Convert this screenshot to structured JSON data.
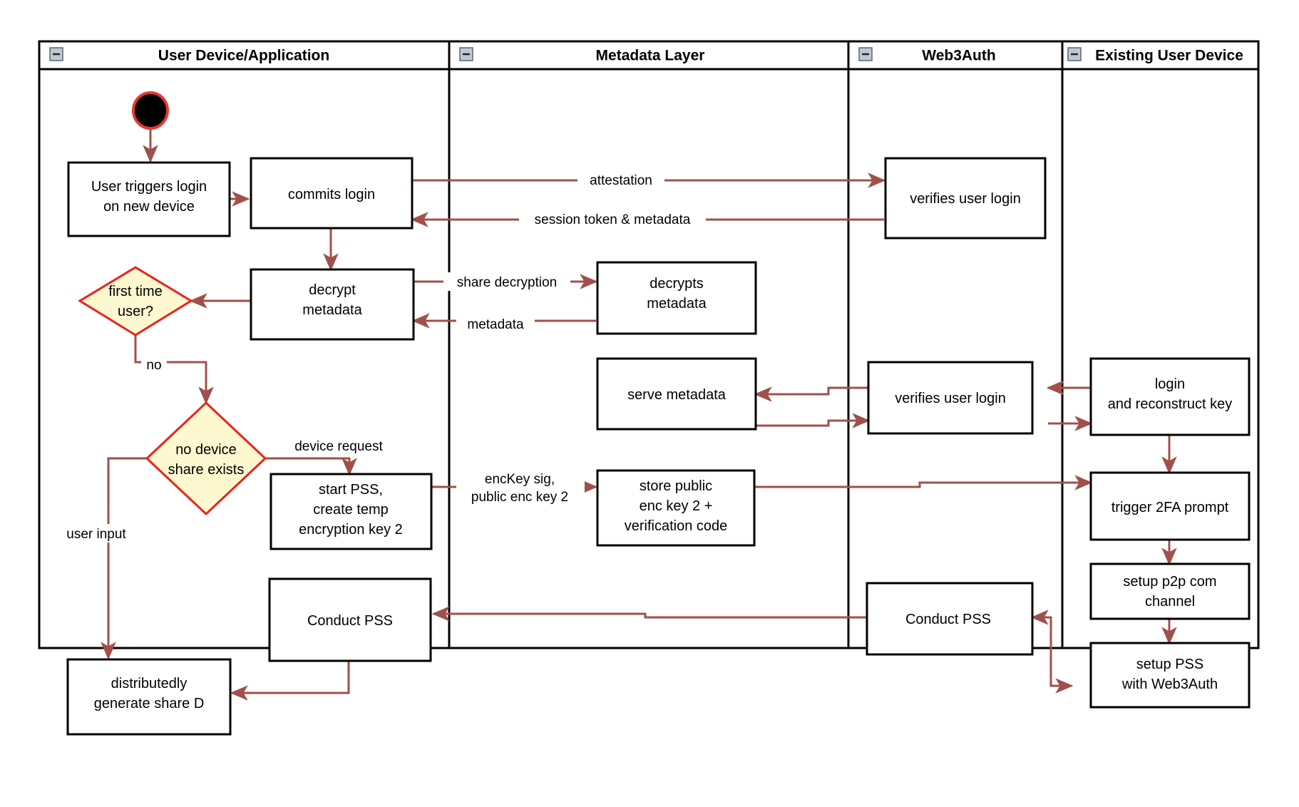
{
  "diagram": {
    "type": "uml-activity-swimlane",
    "title": "Web3Auth new-device login & PSS flow",
    "background": "#ffffff",
    "colors": {
      "edge": "#a0504a",
      "decision_fill": "#fdf8cf",
      "decision_stroke": "#e8241c",
      "node_stroke": "#000000",
      "node_fill": "#ffffff",
      "start_node_fill": "#000000",
      "start_node_stroke": "#e8382e",
      "collapse_icon_fill": "#c0c8d0"
    },
    "lanes": [
      {
        "id": "lane-user-device",
        "label": "User Device/Application",
        "collapse_icon": "minus-icon"
      },
      {
        "id": "lane-metadata",
        "label": "Metadata Layer",
        "collapse_icon": "minus-icon"
      },
      {
        "id": "lane-web3auth",
        "label": "Web3Auth",
        "collapse_icon": "minus-icon"
      },
      {
        "id": "lane-existing-device",
        "label": "Existing User Device",
        "collapse_icon": "minus-icon"
      }
    ],
    "nodes": [
      {
        "id": "start",
        "lane": "lane-user-device",
        "shape": "initial-node",
        "label": ""
      },
      {
        "id": "n-user-triggers-login",
        "lane": "lane-user-device",
        "shape": "activity",
        "lines": [
          "User triggers login",
          "on new device"
        ]
      },
      {
        "id": "n-commits-login",
        "lane": "lane-user-device",
        "shape": "activity",
        "lines": [
          "commits login"
        ]
      },
      {
        "id": "n-decrypt-metadata",
        "lane": "lane-user-device",
        "shape": "activity",
        "lines": [
          "decrypt",
          "metadata"
        ]
      },
      {
        "id": "d-first-time-user",
        "lane": "lane-user-device",
        "shape": "decision",
        "lines": [
          "first time",
          "user?"
        ]
      },
      {
        "id": "d-no-device-share",
        "lane": "lane-user-device",
        "shape": "decision",
        "lines": [
          "no device",
          "share exists"
        ]
      },
      {
        "id": "n-start-pss",
        "lane": "lane-user-device",
        "shape": "activity",
        "lines": [
          "start PSS,",
          "create temp",
          "encryption key 2"
        ]
      },
      {
        "id": "n-conduct-pss-user",
        "lane": "lane-user-device",
        "shape": "activity",
        "lines": [
          "Conduct PSS"
        ]
      },
      {
        "id": "n-distributedly-generate-share-d",
        "lane": "lane-user-device",
        "shape": "activity",
        "lines": [
          "distributedly",
          "generate share D"
        ]
      },
      {
        "id": "n-decrypts-metadata",
        "lane": "lane-metadata",
        "shape": "activity",
        "lines": [
          "decrypts",
          "metadata"
        ]
      },
      {
        "id": "n-serve-metadata",
        "lane": "lane-metadata",
        "shape": "activity",
        "lines": [
          "serve metadata"
        ]
      },
      {
        "id": "n-store-public-enc-key",
        "lane": "lane-metadata",
        "shape": "activity",
        "lines": [
          "store public",
          "enc key 2 +",
          "verification code"
        ]
      },
      {
        "id": "n-verifies-user-login-1",
        "lane": "lane-web3auth",
        "shape": "activity",
        "lines": [
          "verifies user login"
        ]
      },
      {
        "id": "n-verifies-user-login-2",
        "lane": "lane-web3auth",
        "shape": "activity",
        "lines": [
          "verifies user login"
        ]
      },
      {
        "id": "n-conduct-pss-web3auth",
        "lane": "lane-web3auth",
        "shape": "activity",
        "lines": [
          "Conduct PSS"
        ]
      },
      {
        "id": "n-login-reconstruct-key",
        "lane": "lane-existing-device",
        "shape": "activity",
        "lines": [
          "login",
          "and reconstruct key"
        ]
      },
      {
        "id": "n-trigger-2fa-prompt",
        "lane": "lane-existing-device",
        "shape": "activity",
        "lines": [
          "trigger 2FA prompt"
        ]
      },
      {
        "id": "n-setup-p2p-com-channel",
        "lane": "lane-existing-device",
        "shape": "activity",
        "lines": [
          "setup p2p com",
          "channel"
        ]
      },
      {
        "id": "n-setup-pss-with-web3auth",
        "lane": "lane-existing-device",
        "shape": "activity",
        "lines": [
          "setup PSS",
          "with Web3Auth"
        ]
      }
    ],
    "edge_labels": [
      {
        "id": "edge-label-attestation",
        "text": "attestation"
      },
      {
        "id": "edge-label-session-token",
        "text": "session token & metadata"
      },
      {
        "id": "edge-label-share-decryption",
        "text": "share decryption"
      },
      {
        "id": "edge-label-metadata",
        "text": "metadata"
      },
      {
        "id": "edge-label-no",
        "text": "no"
      },
      {
        "id": "edge-label-user-input",
        "text": "user input"
      },
      {
        "id": "edge-label-device-request",
        "text": "device request"
      },
      {
        "id": "edge-label-enckey-sig-1",
        "text": "encKey sig,"
      },
      {
        "id": "edge-label-enckey-sig-2",
        "text": "public enc key 2"
      }
    ]
  }
}
